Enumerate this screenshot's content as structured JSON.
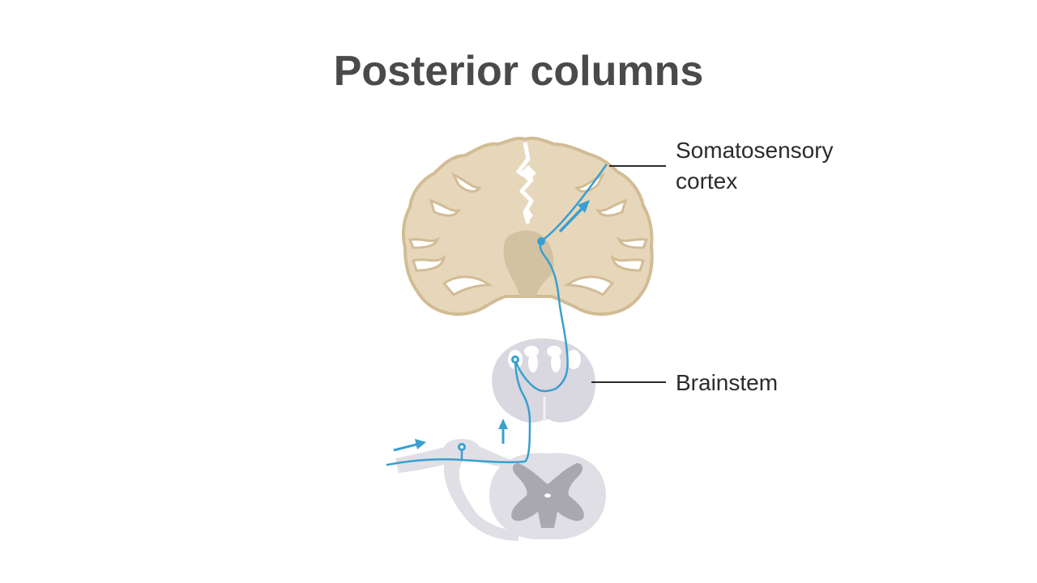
{
  "title": "Posterior columns",
  "labels": {
    "cortex_line1": "Somatosensory",
    "cortex_line2": "cortex",
    "brainstem": "Brainstem"
  },
  "colors": {
    "pathway": "#3a9fd0",
    "brain_tissue": "#e6d7bb",
    "brain_outline": "#d2bc94",
    "deep_nuclei": "#d3c2a1",
    "brainstem": "#d9d7e0",
    "spinal_white_matter": "#e0dfe6",
    "spinal_gray_matter": "#a9a8b1",
    "title_text": "#4a4a4a",
    "label_text": "#2b2b2b"
  }
}
